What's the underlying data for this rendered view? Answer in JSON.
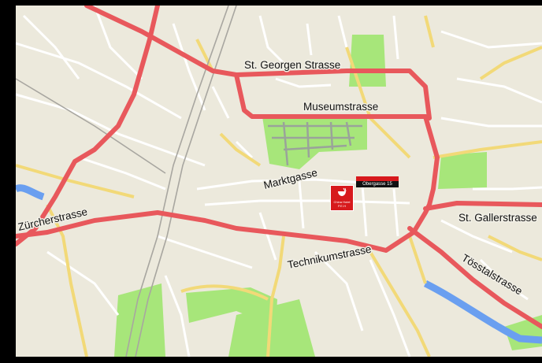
{
  "map": {
    "streets": {
      "st_georgen": "St. Georgen Strasse",
      "museum": "Museumstrasse",
      "markt": "Marktgasse",
      "zuercher": "Zürcherstrasse",
      "technikum": "Technikumstrasse",
      "st_galler": "St. Gallerstrasse",
      "toesstal": "Tösstalstrasse"
    },
    "marker": {
      "icon": "restaurant-bowl-icon",
      "name_line1": "China Hotel",
      "name_line2": "P.E.H",
      "address": "Obergasse 15"
    },
    "colors": {
      "land": "#ece9dc",
      "park": "#a7e67a",
      "main_road": "#e8585c",
      "secondary_road": "#f2d978",
      "minor_road": "#ffffff",
      "water": "#6a9ff0",
      "marker": "#d7191c"
    }
  }
}
